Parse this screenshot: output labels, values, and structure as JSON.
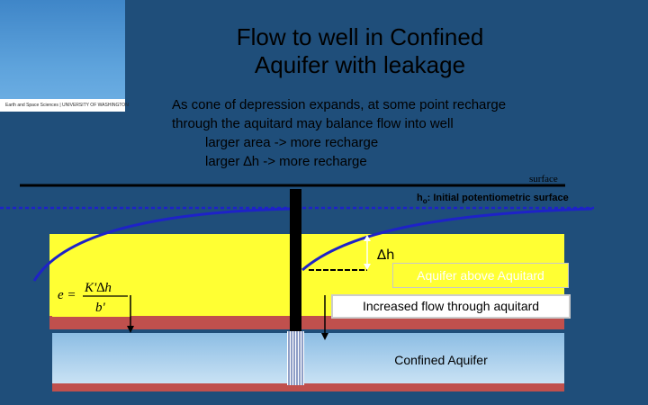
{
  "slide": {
    "title_line1": "Flow to well in Confined",
    "title_line2": "Aquifer with leakage",
    "body_line1": "As cone of depression expands, at some point  recharge",
    "body_line2": "through the aquitard may balance flow into well",
    "body_line3": "larger area -> more recharge",
    "body_line4": "larger ∆h -> more recharge"
  },
  "logo": {
    "text": "Earth and Space Sciences | UNIVERSITY OF WASHINGTON"
  },
  "diagram": {
    "surface_label": "surface",
    "potentiometric_label_prefix": "h",
    "potentiometric_label_sub": "o",
    "potentiometric_label_suffix": ": Initial potentiometric surface",
    "delta_h_label": "∆h",
    "aquifer_above_label": "Aquifer above Aquitard",
    "flow_label": "Increased flow through aquitard",
    "confined_label": "Confined Aquifer",
    "equation": {
      "lhs": "e =",
      "numerator": "K'∆h",
      "denominator": "b'"
    }
  },
  "colors": {
    "background": "#1f4e7a",
    "aquifer_yellow": "#ffff33",
    "aquitard_red": "#c0504d",
    "potentiometric_blue": "#1e22c8",
    "confined_blue": "#8cbde4"
  }
}
